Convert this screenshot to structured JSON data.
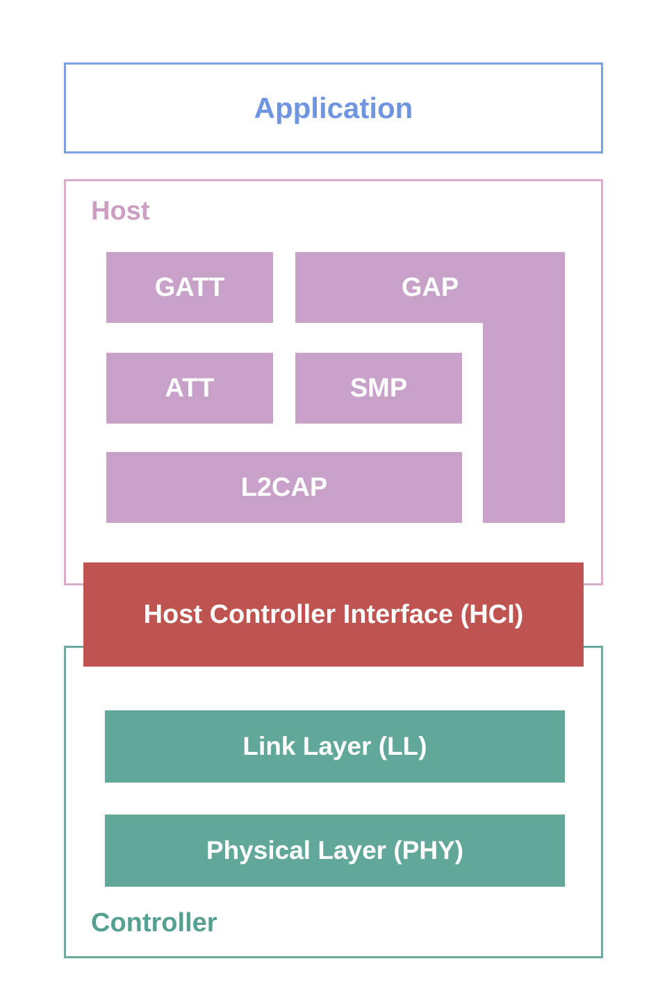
{
  "diagram": {
    "application": {
      "label": "Application"
    },
    "host": {
      "label": "Host",
      "boxes": {
        "gatt": "GATT",
        "gap": "GAP",
        "att": "ATT",
        "smp": "SMP",
        "l2cap": "L2CAP"
      }
    },
    "hci": {
      "label": "Host Controller Interface (HCI)"
    },
    "controller": {
      "label": "Controller",
      "boxes": {
        "link_layer": "Link Layer (LL)",
        "physical_layer": "Physical Layer (PHY)"
      }
    }
  },
  "colors": {
    "application_border": "#7da2e4",
    "application_text": "#6f95e0",
    "host_border": "#dcaccd",
    "host_text": "#cc9ec2",
    "host_box_fill": "#c7a1c7",
    "hci_fill": "#bf534f",
    "controller_border": "#6caa9e",
    "controller_text": "#55a090",
    "controller_box_fill": "#62a89a",
    "box_text": "#ffffff"
  }
}
